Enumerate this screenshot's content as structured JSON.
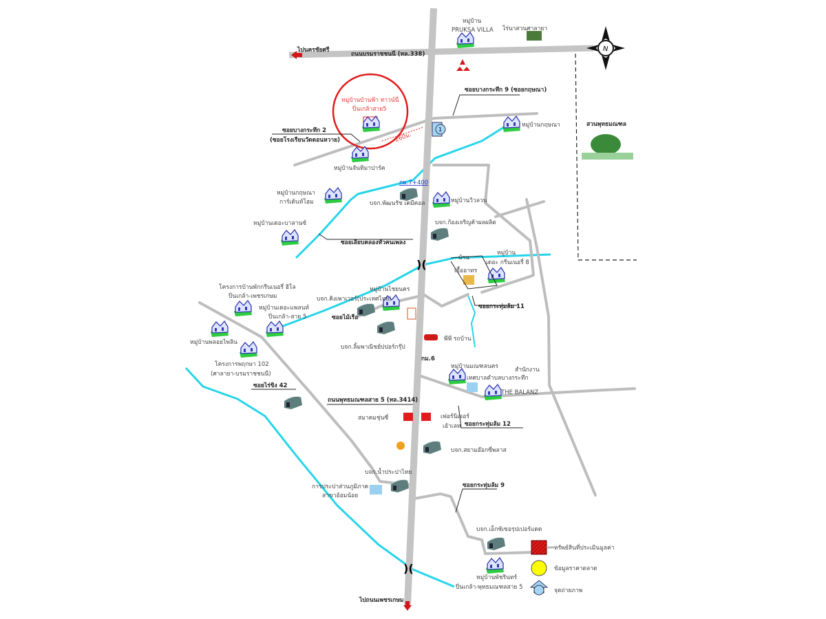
{
  "title": "Location map",
  "labels": {
    "to_nakhon_chai_si": "ไปนครชัยศรี",
    "borommaratchachonnani": "ถนนบรมราชชนนี (ทล.338)",
    "pruksa_1": "หมู่บ้าน",
    "pruksa_2": "PRUKSA VILLA",
    "salaya_zoo": "ไร่นาสวนศาลายา",
    "subject_1": "หมู่บ้านบ้านฟ้า ทาวน์นี่",
    "subject_2": "ปิ่นเกล้าสาย5",
    "distance": "260ม.",
    "soi9": "ซอยบางกระทึก 9 (ซอยกฤษณา)",
    "soi2_1": "ซอยบางกระทึก 2",
    "soi2_2": "(ซอยโรงเรียนวัดดอนหวาย)",
    "krisana": "หมู่บ้านกฤษณา",
    "buddha_park": "สวนพุทธมณฑล",
    "chanthima": "หมู่บ้านจันทิมาปาร์ค",
    "km7": "กม.7+400",
    "krisana_garden_1": "หมู่บ้านกฤษณา",
    "krisana_garden_2": "การ์เด้นท์โฮม",
    "phatthanachemical": "บจก.พัฒนรัช เคมีคอล",
    "wiwalan": "หมู่บ้านวิวลวน",
    "the_balance_home": "หมู่บ้านเดอะบาลานซ์",
    "kongcharoen": "บจก.ก้องเจริญค้าผลผลิต",
    "soi_klong": "ซอยเลียบคลองหัวคนเพลง",
    "ban_eua_1": "บ้าน",
    "ban_eua_2": "เอื้ออาทร",
    "greenery_1": "หมู่บ้าน",
    "greenery_2": "เดอะ กรีนเนอรี่ 8",
    "pruksa_green_1": "โครงการบ้านพักกรีนเนอรี่ ฮิโล",
    "pruksa_green_2": "ปิ่นเกล้า-เพชรเกษม",
    "chaiyanakorn": "หมู่บ้านไชยนคร",
    "company_thai": "บจก.คิงเพาเวอร์(ประเทศไทย)",
    "the_palm_1": "หมู่บ้านเดอะแพลนท์",
    "the_palm_2": "ปิ่นเกล้า-สาย 5",
    "soi11": "ซอยกระทุ่มล้ม 11",
    "soi_mairuea": "ซอยไม้เรือ",
    "pholsiphon": "หมู่บ้านพลอยไพลิน",
    "company_group": "บจก.ลิ้มพาณิชย์ปปอร์กรุ๊ป",
    "pp_house": "พีพี รถบ้าน",
    "km6": "กม.6",
    "pruksa102_1": "โครงการพฤกษา 102",
    "pruksa102_2": "(ศาลายา-บรมราชชนนี)",
    "monthonnakorn": "หมู่บ้านมณฑลนคร",
    "office_1": "สำนักงาน",
    "office_2": "เทศบาลตำบลบางกระทึก",
    "the_balanz": "THE BALANZ",
    "soi_raiking42": "ซอยไร่ขิง 42",
    "phutthamonthon5": "ถนนพุทธมณฑลสาย 5 (ทล.3414)",
    "samakhom": "สมาคมชุ่นซี่",
    "furniture_1": "เฟอร์นิเจอร์",
    "furniture_2": "เอ้าเลท",
    "soi12": "ซอยกระทุ่มล้ม 12",
    "siam_factory": "บจก.สยามอ๊อกซี่พลาส",
    "prapa_thai": "บจก.น้ำประปาไทย",
    "water_1": "การประปาส่วนภูมิภาค",
    "water_2": "สาขาอ้อมน้อย",
    "soi9b": "ซอยกระทุ่มล้ม 9",
    "tech_group": "บจก.เอ็กซ์เซอรุปเปอร์แดด",
    "pruksa_pinklao_1": "หมู่บ้านพัชรินทร์",
    "pruksa_pinklao_2": "ปิ่นเกล้า-พุทธมณฑลสาย 5",
    "to_phetkasem": "ไปถนนเพชรเกษม",
    "photo_point_no": "1"
  },
  "legend": [
    {
      "label": "ทรัพย์สินที่ประเมินมูลค่า",
      "icon": "hatched-square",
      "color": "#e01b1b"
    },
    {
      "label": "ข้อมูลราคาตลาด",
      "icon": "circle",
      "color": "#ffff00"
    },
    {
      "label": "จุดถ่ายภาพ",
      "icon": "camera-point",
      "color": "#a6d6f5"
    }
  ],
  "compass": "N",
  "colors": {
    "road": "#bdbdbd",
    "river": "#26d4ea",
    "subject": "#e53935"
  }
}
